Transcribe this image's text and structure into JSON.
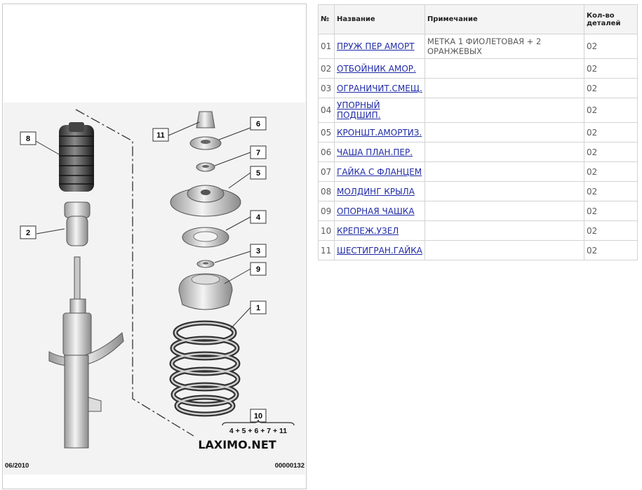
{
  "diagram": {
    "callouts": [
      "8",
      "2",
      "11",
      "6",
      "7",
      "5",
      "4",
      "3",
      "9",
      "1",
      "10"
    ],
    "kit_formula": "4 + 5 + 6 + 7 + 11",
    "watermark": "LAXIMO.NET",
    "date_code": "06/2010",
    "image_code": "00000132"
  },
  "table": {
    "headers": {
      "no": "№",
      "name": "Название",
      "note": "Примечание",
      "qty": "Кол-во деталей"
    },
    "rows": [
      {
        "no": "01",
        "name": "ПРУЖ ПЕР АМОРТ",
        "note": "МЕТКА 1 ФИОЛЕТОВАЯ + 2 ОРАНЖЕВЫХ",
        "qty": "02"
      },
      {
        "no": "02",
        "name": "ОТБОЙНИК АМОР.",
        "note": "",
        "qty": "02"
      },
      {
        "no": "03",
        "name": "ОГРАНИЧИТ.СМЕЩ.",
        "note": "",
        "qty": "02"
      },
      {
        "no": "04",
        "name": "УПОРНЫЙ ПОДШИП.",
        "note": "",
        "qty": "02"
      },
      {
        "no": "05",
        "name": "КРОНШТ.АМОРТИЗ.",
        "note": "",
        "qty": "02"
      },
      {
        "no": "06",
        "name": "ЧАША ПЛАН.ПЕР.",
        "note": "",
        "qty": "02"
      },
      {
        "no": "07",
        "name": "ГАЙКА С ФЛАНЦЕМ",
        "note": "",
        "qty": "02"
      },
      {
        "no": "08",
        "name": "МОЛДИНГ КРЫЛА",
        "note": "",
        "qty": "02"
      },
      {
        "no": "09",
        "name": "ОПОРНАЯ ЧАШКА",
        "note": "",
        "qty": "02"
      },
      {
        "no": "10",
        "name": "КРЕПЕЖ.УЗЕЛ",
        "note": "",
        "qty": "02"
      },
      {
        "no": "11",
        "name": "ШЕСТИГРАН.ГАЙКА",
        "note": "",
        "qty": "02"
      }
    ]
  }
}
